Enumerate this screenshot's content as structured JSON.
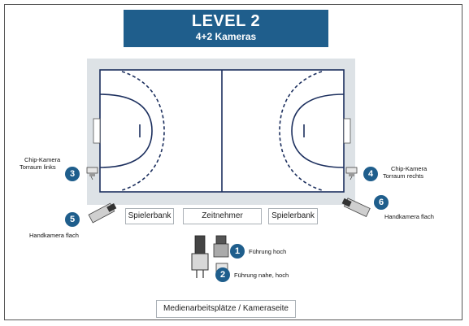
{
  "header": {
    "title": "LEVEL 2",
    "subtitle": "4+2 Kameras"
  },
  "boxes": {
    "bench_left": "Spielerbank",
    "timekeeper": "Zeitnehmer",
    "bench_right": "Spielerbank",
    "media": "Medienarbeitsplätze / Kameraseite"
  },
  "cameras": [
    {
      "num": "1",
      "label": "Führung hoch"
    },
    {
      "num": "2",
      "label": "Führung nahe, hoch"
    },
    {
      "num": "3",
      "label_line1": "Chip-Kamera",
      "label_line2": "Torraum links"
    },
    {
      "num": "4",
      "label_line1": "Chip-Kamera",
      "label_line2": "Torraum rechts"
    },
    {
      "num": "5",
      "label": "Handkamera flach"
    },
    {
      "num": "6",
      "label": "Handkamera flach"
    }
  ],
  "colors": {
    "accent": "#1f5e8c",
    "court_line": "#1c2f5e",
    "court_bg": "#dde2e6"
  }
}
